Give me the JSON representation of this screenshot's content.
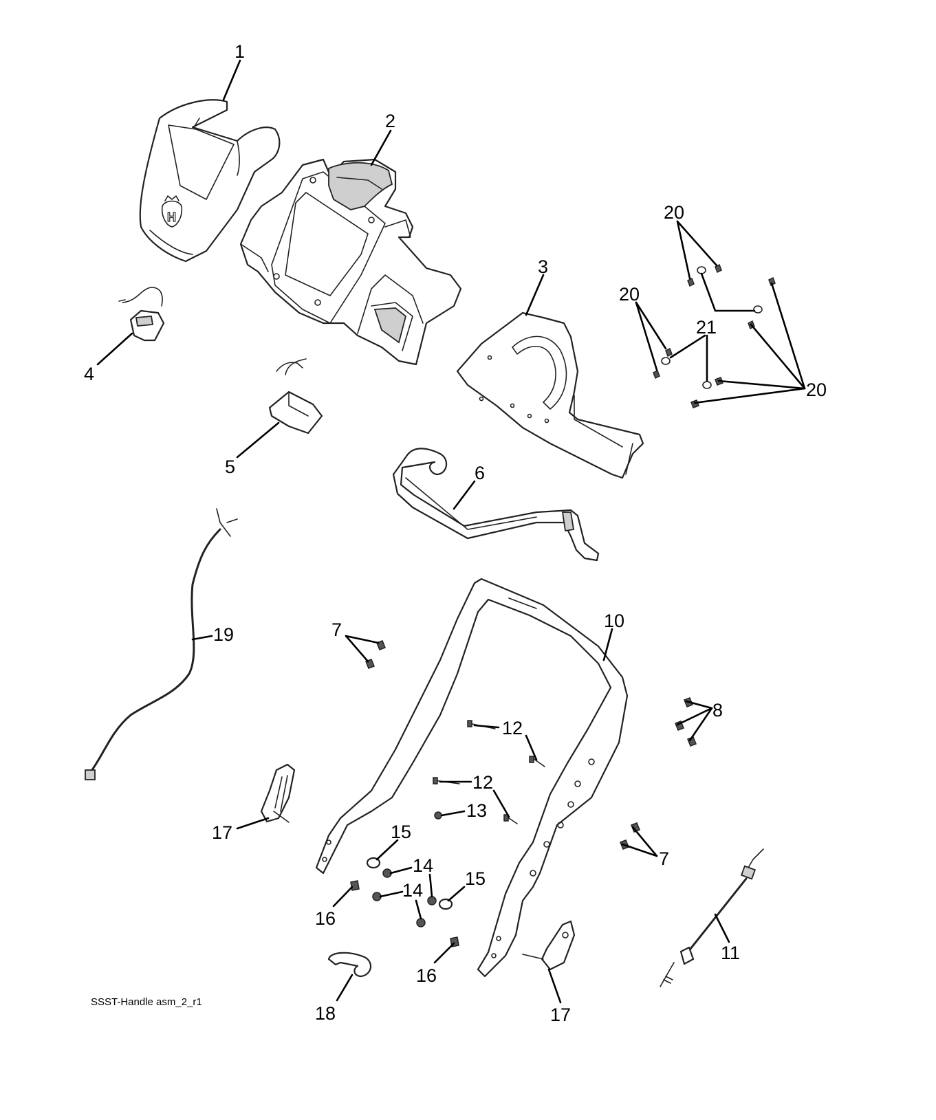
{
  "caption": "SSST-Handle asm_2_r1",
  "callouts": {
    "c1": "1",
    "c2": "2",
    "c3": "3",
    "c4": "4",
    "c5": "5",
    "c6": "6",
    "c7a": "7",
    "c7b": "7",
    "c8": "8",
    "c10": "10",
    "c11": "11",
    "c12a": "12",
    "c12b": "12",
    "c13": "13",
    "c14a": "14",
    "c14b": "14",
    "c15a": "15",
    "c15b": "15",
    "c16a": "16",
    "c16b": "16",
    "c17a": "17",
    "c17b": "17",
    "c18": "18",
    "c19": "19",
    "c20a": "20",
    "c20b": "20",
    "c20c": "20",
    "c21": "21"
  },
  "logo_text": "H",
  "icons": {
    "brand_logo": "husqvarna-crown-logo"
  }
}
